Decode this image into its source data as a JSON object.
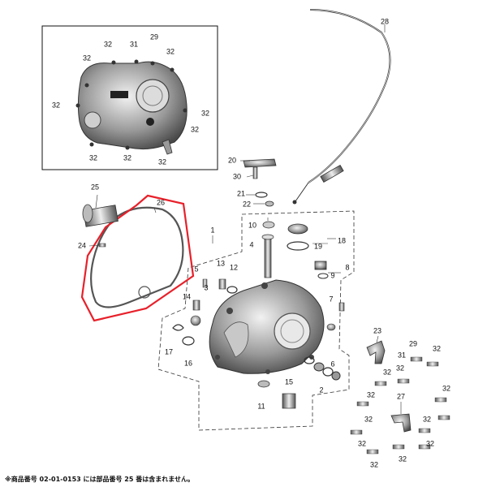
{
  "diagram": {
    "labels": [
      "1",
      "2",
      "3",
      "4",
      "5",
      "6",
      "7",
      "8",
      "9",
      "10",
      "11",
      "12",
      "13",
      "14",
      "15",
      "16",
      "17",
      "18",
      "19",
      "20",
      "21",
      "22",
      "23",
      "24",
      "25",
      "26",
      "27",
      "28",
      "29",
      "30",
      "31",
      "32"
    ],
    "note": "※商品番号 02-01-0153 には部品番号 25 番は含まれません。",
    "highlight_color": "#e8202a"
  }
}
